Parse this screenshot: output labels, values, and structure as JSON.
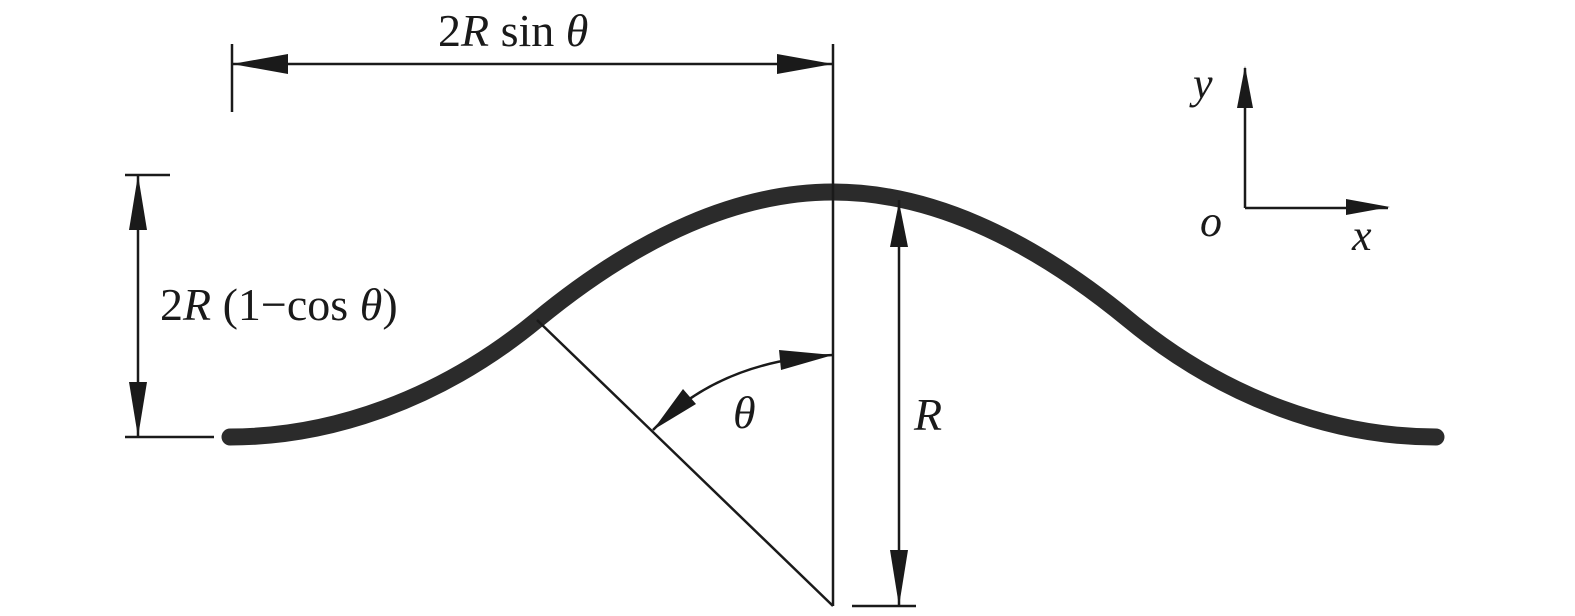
{
  "labels": {
    "width_coef": "2",
    "width_var": "R",
    "width_func": " sin ",
    "width_angle": "θ",
    "height_coef": "2",
    "height_var": "R",
    "height_rest": " (1−cos ",
    "height_angle": "θ",
    "height_close": ")",
    "angle": "θ",
    "radius": "R"
  },
  "axes": {
    "y": "y",
    "x": "x",
    "origin": "o"
  },
  "colors": {
    "ink": "#1a1a1a",
    "curve": "#2b2b2b"
  }
}
